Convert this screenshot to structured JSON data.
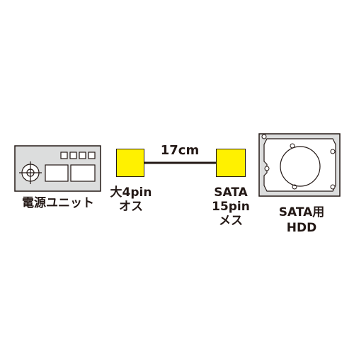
{
  "psu": {
    "label": "電源ユニット"
  },
  "cable": {
    "length_label": "17cm"
  },
  "connector_left": {
    "line1": "大4pin",
    "line2": "オス"
  },
  "connector_right": {
    "line1": "SATA",
    "line2": "15pin",
    "line3": "メス"
  },
  "hdd": {
    "line1": "SATA用",
    "line2": "HDD"
  },
  "colors": {
    "connector": "#fff100",
    "device_fill": "#dcdddd",
    "outline": "#231815"
  }
}
